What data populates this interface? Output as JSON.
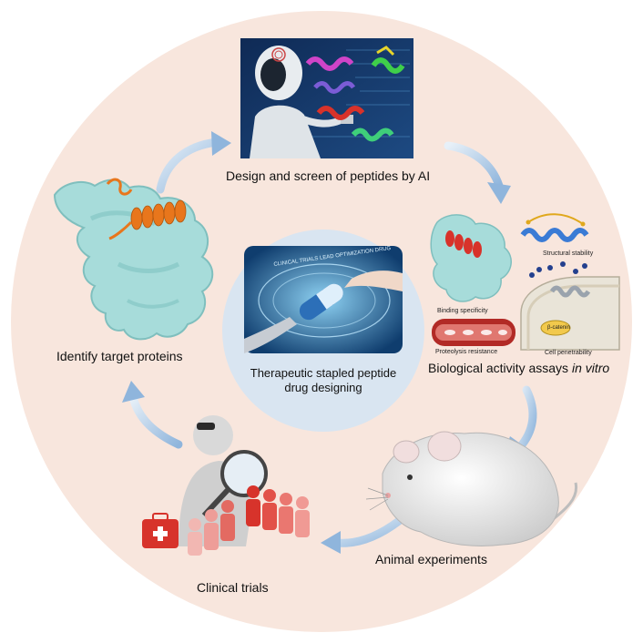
{
  "steps": {
    "design": "Design and screen of peptides by AI",
    "assays_prefix": "Biological activity assays ",
    "assays_italic": "in vitro",
    "animal": "Animal experiments",
    "clinical": "Clinical trials",
    "identify": "Identify target proteins"
  },
  "center": {
    "line1": "Therapeutic stapled peptide",
    "line2": "drug designing"
  },
  "assay_panels": {
    "structural": "Structural stability",
    "binding": "Binding specificity",
    "proteolysis": "Proteolysis resistance",
    "penetrability": "Cell penetrability",
    "catenin": "β-catenin"
  },
  "center_image_text": "CLINICAL TRIALS   LEAD OPTIMIZATION   DRUG",
  "colors": {
    "ring": "#f8e6dd",
    "center": "#d9e5f1",
    "arrow": "#a9c6e4",
    "protein": "#a7dcda",
    "helix_orange": "#e8761c",
    "helix_red": "#d8322a",
    "ai_bg": "#142f5c",
    "kit_red": "#d7332b"
  }
}
